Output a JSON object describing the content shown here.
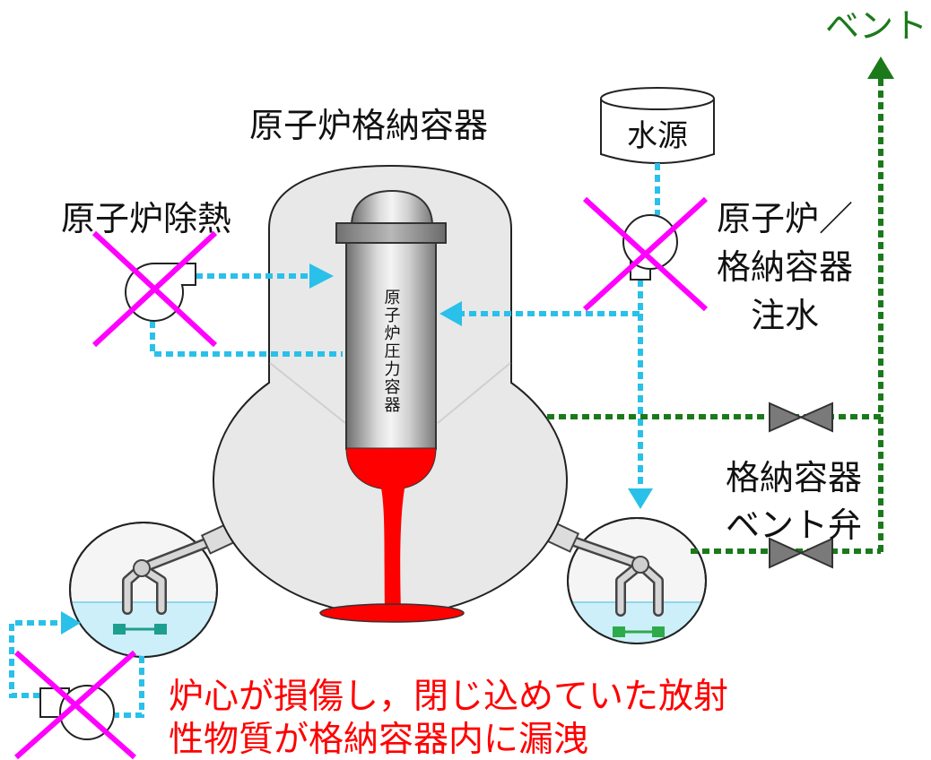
{
  "labels": {
    "vent": "ベント",
    "containment": "原子炉格納容器",
    "water_source": "水源",
    "reactor_heat_removal": "原子炉除熱",
    "injection": [
      "原子炉／",
      "格納容器",
      "注水"
    ],
    "rpv": "原子炉圧力容器",
    "vent_valve": [
      "格納容器",
      "ベント弁"
    ],
    "damage_note": [
      "炉心が損傷し，閉じ込めていた放射",
      "性物質が格納容器内に漏洩"
    ]
  },
  "icons": {
    "pump": "pump-icon",
    "valve": "valve-icon",
    "failure_mark": "cross-mark-icon",
    "water_tank": "water-tank-icon"
  },
  "colors": {
    "vent_line": "#1a7a1a",
    "water_line": "#29c0ea",
    "failure_cross": "#ff00ff",
    "molten_core": "#ff0000",
    "alert_text": "#ff0000"
  }
}
